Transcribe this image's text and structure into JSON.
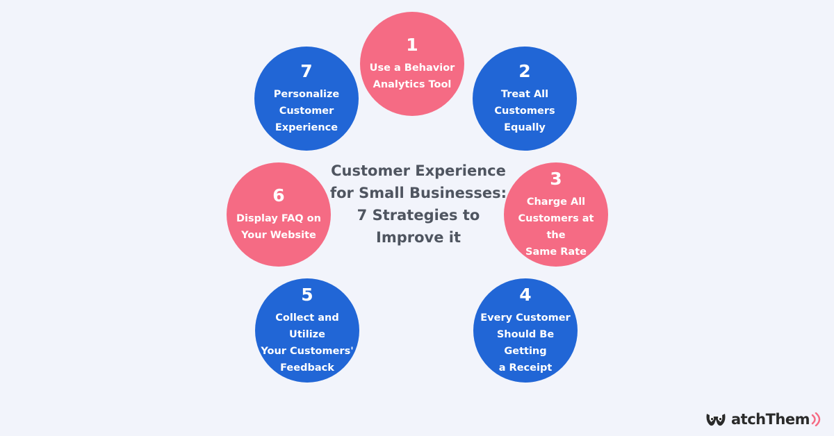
{
  "title": "Customer Experience\nfor Small Businesses:\n7 Strategies to\nImprove it",
  "colors": {
    "background": "#f2f4fb",
    "pink": "#f56b84",
    "blue": "#2166d6",
    "title_text": "#4f5560"
  },
  "strategies": [
    {
      "number": "1",
      "label": "Use a Behavior\nAnalytics Tool",
      "color": "pink"
    },
    {
      "number": "2",
      "label": "Treat All\nCustomers\nEqually",
      "color": "blue"
    },
    {
      "number": "3",
      "label": "Charge All\nCustomers at the\nSame Rate",
      "color": "pink"
    },
    {
      "number": "4",
      "label": "Every Customer\nShould Be Getting\na Receipt",
      "color": "blue"
    },
    {
      "number": "5",
      "label": "Collect and Utilize\nYour Customers'\nFeedback",
      "color": "blue"
    },
    {
      "number": "6",
      "label": "Display FAQ on\nYour Website",
      "color": "pink"
    },
    {
      "number": "7",
      "label": "Personalize\nCustomer\nExperience",
      "color": "blue"
    }
  ],
  "logo": {
    "text": "atchThem",
    "mark_icon": "watchthem-eyes-icon",
    "wave_icon": "signal-wave-icon"
  }
}
